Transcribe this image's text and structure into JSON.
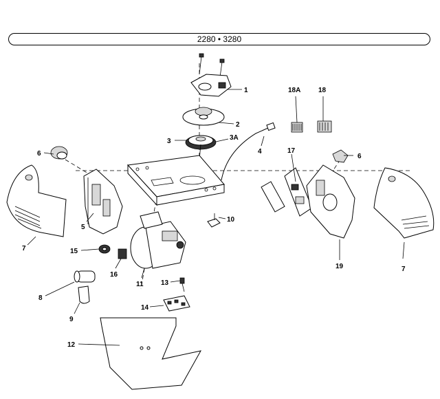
{
  "header": {
    "model_title": "2280 • 3280"
  },
  "parts": [
    {
      "key": "p1",
      "label": "1"
    },
    {
      "key": "p2",
      "label": "2"
    },
    {
      "key": "p3",
      "label": "3"
    },
    {
      "key": "p3a",
      "label": "3A"
    },
    {
      "key": "p4",
      "label": "4"
    },
    {
      "key": "p5",
      "label": "5"
    },
    {
      "key": "p6a",
      "label": "6"
    },
    {
      "key": "p6b",
      "label": "6"
    },
    {
      "key": "p7a",
      "label": "7"
    },
    {
      "key": "p7b",
      "label": "7"
    },
    {
      "key": "p8",
      "label": "8"
    },
    {
      "key": "p9",
      "label": "9"
    },
    {
      "key": "p10",
      "label": "10"
    },
    {
      "key": "p11",
      "label": "11"
    },
    {
      "key": "p12",
      "label": "12"
    },
    {
      "key": "p13",
      "label": "13"
    },
    {
      "key": "p14",
      "label": "14"
    },
    {
      "key": "p15",
      "label": "15"
    },
    {
      "key": "p16",
      "label": "16"
    },
    {
      "key": "p17",
      "label": "17"
    },
    {
      "key": "p18",
      "label": "18"
    },
    {
      "key": "p18a",
      "label": "18A"
    },
    {
      "key": "p19",
      "label": "19"
    }
  ]
}
